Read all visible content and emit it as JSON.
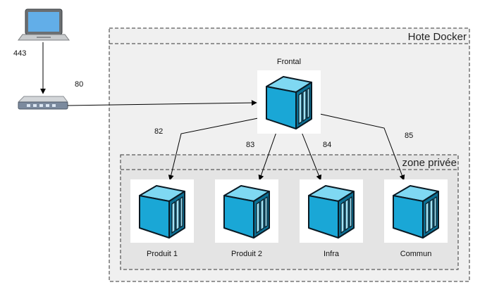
{
  "host": {
    "label": "Hote Docker"
  },
  "private_zone": {
    "label": "zone privée"
  },
  "frontal": {
    "label": "Frontal"
  },
  "containers": [
    {
      "label": "Produit 1"
    },
    {
      "label": "Produit 2"
    },
    {
      "label": "Infra"
    },
    {
      "label": "Commun"
    }
  ],
  "ports": {
    "laptop": "443",
    "router_to_frontal": "80",
    "produit1": "82",
    "produit2": "83",
    "infra": "84",
    "commun": "85"
  },
  "colors": {
    "cube_front": "#1aa7d6",
    "cube_top": "#7fd8f2",
    "cube_side": "#0c6f93",
    "outline": "#0a1a24",
    "host_bg": "#f0f0f0",
    "zone_bg": "#e4e4e4"
  },
  "icons": {
    "client": "laptop-icon",
    "gateway": "router-icon",
    "container": "docker-container-icon"
  }
}
